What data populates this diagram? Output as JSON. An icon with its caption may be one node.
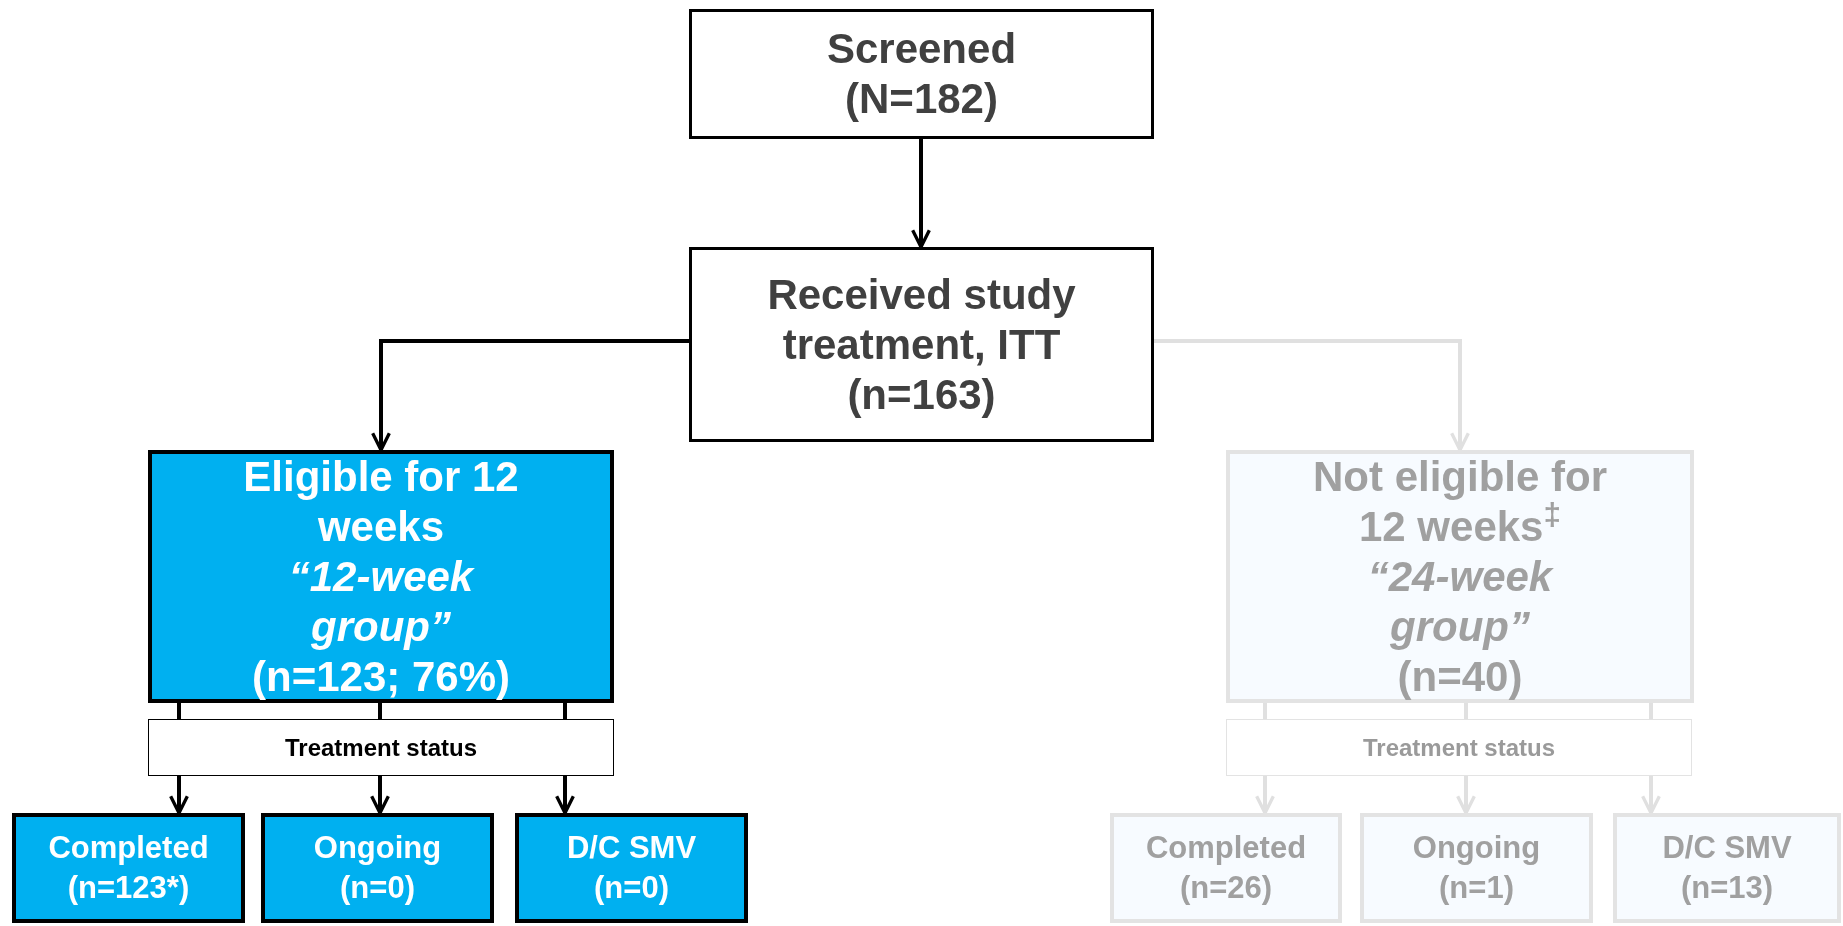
{
  "diagram": {
    "nodes": [
      {
        "text": [
          "Screened",
          "(N=182)"
        ]
      },
      {
        "text": [
          "Received study treatment, ITT",
          "(n=163)"
        ]
      },
      {
        "text": [
          "Eligible for 12 weeks",
          "“12-week group”",
          "(n=123; 76%)"
        ]
      },
      {
        "text": [
          "Treatment status"
        ]
      },
      {
        "text": [
          "Completed",
          "(n=123*)"
        ]
      },
      {
        "text": [
          "Ongoing",
          "(n=0)"
        ]
      },
      {
        "text": [
          "D/C SMV",
          "(n=0)"
        ]
      },
      {
        "text": [
          "Not eligible for 12 weeks$^{‡}$",
          "“24-week group”",
          "(n=40)"
        ]
      },
      {
        "text": [
          "Treatment status"
        ]
      },
      {
        "text": [
          "Completed",
          "(n=26)"
        ]
      },
      {
        "text": [
          "Ongoing",
          "(n=1)"
        ]
      },
      {
        "text": [
          "D/C SMV",
          "(n=13)"
        ]
      }
    ],
    "edges": [
      {
        "from": 0,
        "to": 1,
        "arrow": "to"
      },
      {
        "from": 1,
        "to": 2,
        "arrow": "to"
      },
      {
        "from": 1,
        "to": 7,
        "arrow": "to",
        "color": "#e0e0e0"
      },
      {
        "from": 2,
        "to": 3,
        "arrow": "none"
      },
      {
        "from": 2,
        "to": 3,
        "arrow": "none"
      },
      {
        "from": 2,
        "to": 3,
        "arrow": "none"
      },
      {
        "from": 3,
        "to": 4,
        "arrow": "to"
      },
      {
        "from": 3,
        "to": 5,
        "arrow": "to"
      },
      {
        "from": 3,
        "to": 6,
        "arrow": "to"
      },
      {
        "from": 7,
        "to": 8,
        "arrow": "none",
        "color": "#e0e0e0"
      },
      {
        "from": 7,
        "to": 8,
        "arrow": "none",
        "color": "#e0e0e0"
      },
      {
        "from": 7,
        "to": 8,
        "arrow": "none",
        "color": "#e0e0e0"
      },
      {
        "from": 8,
        "to": 9,
        "arrow": "to",
        "color": "#e0e0e0"
      },
      {
        "from": 8,
        "to": 10,
        "arrow": "to",
        "color": "#e0e0e0"
      },
      {
        "from": 8,
        "to": 11,
        "arrow": "to",
        "color": "#e0e0e0"
      }
    ]
  }
}
